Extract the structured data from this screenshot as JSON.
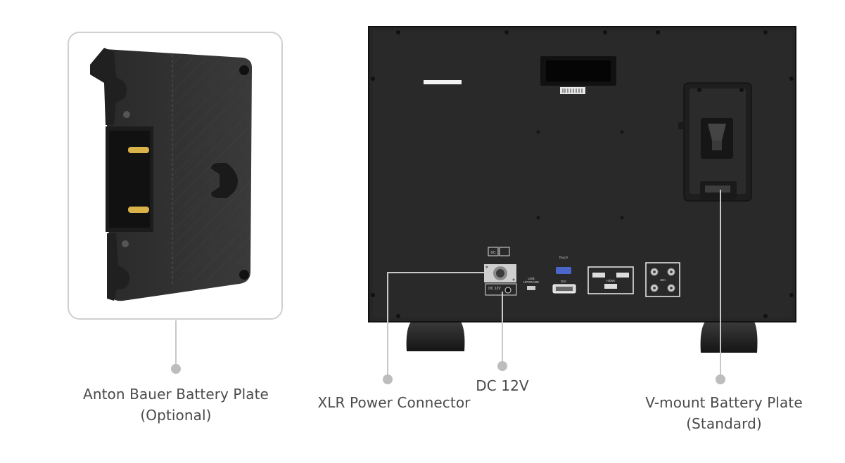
{
  "labels": {
    "anton_bauer": {
      "line1": "Anton Bauer Battery Plate",
      "line2": "(Optional)"
    },
    "xlr": {
      "line1": "XLR Power Connector"
    },
    "dc": {
      "line1": "DC 12V"
    },
    "vmount": {
      "line1": "V-mount Battery Plate",
      "line2": "(Standard)"
    }
  },
  "panel_text": {
    "dc_badge": "DC\n12V",
    "usb": "USB\nUPGRADE",
    "tally": "TALLY",
    "dvi": "DVI",
    "hdmi": "HDMI",
    "sdi": "SDI",
    "dc_small": "DC 12V"
  },
  "colors": {
    "callout_line": "#c8c8c8",
    "callout_dot": "#bdbdbd",
    "label_text": "#4a4a4a",
    "monitor_body": "#262626",
    "frame_border": "#cfcfcf"
  }
}
